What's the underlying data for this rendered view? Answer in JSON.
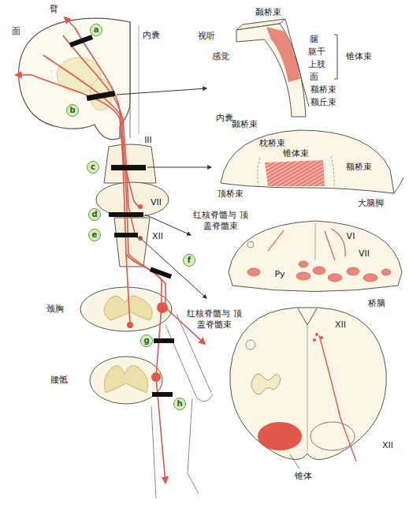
{
  "diagram": {
    "nodes": [
      {
        "text": [
          "a"
        ]
      },
      {
        "text": [
          "b"
        ]
      },
      {
        "text": [
          "c"
        ]
      },
      {
        "text": [
          "d"
        ]
      },
      {
        "text": [
          "e"
        ]
      },
      {
        "text": [
          "f"
        ]
      },
      {
        "text": [
          "g"
        ]
      },
      {
        "text": [
          "h"
        ]
      }
    ],
    "labels": [
      "臂",
      "面",
      "内囊",
      "III",
      "VII",
      "XII",
      "颈胸",
      "腰骶",
      "视听",
      "感觉",
      "颞桥束",
      "腿",
      "躯干",
      "上肢",
      "面",
      "额桥束",
      "额丘束",
      "锥体束",
      "内囊",
      "颞桥束",
      "枕桥束",
      "锥体束",
      "额桥束",
      "顶桥束",
      "大脑脚",
      "红核脊髓与 顶盖脊髓束",
      "VI",
      "VII",
      "Py",
      "桥脑",
      "红核脊髓与 顶盖脊髓束",
      "XII",
      "XII",
      "锥体"
    ]
  }
}
